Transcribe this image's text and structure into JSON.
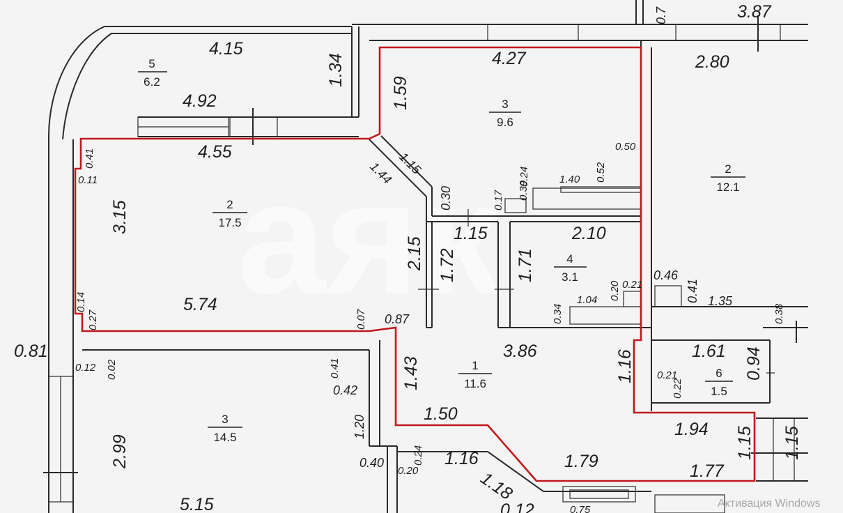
{
  "watermark": "аяк",
  "activation_text": "Активация Windows",
  "rooms": [
    {
      "id": "room-5-balcony",
      "num": "5",
      "area": "6.2"
    },
    {
      "id": "room-3-top",
      "num": "3",
      "area": "9.6"
    },
    {
      "id": "room-2-left",
      "num": "2",
      "area": "17.5"
    },
    {
      "id": "room-2-right",
      "num": "2",
      "area": "12.1"
    },
    {
      "id": "room-4",
      "num": "4",
      "area": "3.1"
    },
    {
      "id": "room-1",
      "num": "1",
      "area": "11.6"
    },
    {
      "id": "room-6",
      "num": "6",
      "area": "1.5"
    },
    {
      "id": "room-3-bottom",
      "num": "3",
      "area": "14.5"
    }
  ],
  "dimensions": {
    "d_4_15": "4.15",
    "d_1_34": "1.34",
    "d_4_92": "4.92",
    "d_4_27": "4.27",
    "d_1_59": "1.59",
    "d_3_87": "3.87",
    "d_2_80": "2.80",
    "d_0_7": "0.7",
    "d_4_55": "4.55",
    "d_0_41a": "0.41",
    "d_0_11": "0.11",
    "d_3_15": "3.15",
    "d_1_15a": "1.15",
    "d_1_44": "1.44",
    "d_0_30": "0.30",
    "d_0_50": "0.50",
    "d_0_52": "0.52",
    "d_1_40": "1.40",
    "d_0_24a": "0.24",
    "d_0_39": "0.39",
    "d_0_17": "0.17",
    "d_1_15b": "1.15",
    "d_2_10": "2.10",
    "d_2_15": "2.15",
    "d_1_72": "1.72",
    "d_1_71": "1.71",
    "d_0_14": "0.14",
    "d_0_27": "0.27",
    "d_5_74": "5.74",
    "d_0_07": "0.07",
    "d_0_87": "0.87",
    "d_0_20a": "0.20",
    "d_0_21a": "0.21",
    "d_1_04": "1.04",
    "d_0_34": "0.34",
    "d_0_46": "0.46",
    "d_0_41b": "0.41",
    "d_1_35": "1.35",
    "d_0_38": "0.38",
    "d_0_81": "0.81",
    "d_0_12": "0.12",
    "d_0_02": "0.02",
    "d_0_41c": "0.41",
    "d_0_42": "0.42",
    "d_1_43": "1.43",
    "d_3_86": "3.86",
    "d_1_16a": "1.16",
    "d_1_61": "1.61",
    "d_0_94": "0.94",
    "d_0_21b": "0.21",
    "d_0_22": "0.22",
    "d_1_50": "1.50",
    "d_1_94": "1.94",
    "d_1_15c": "1.15",
    "d_1_15d": "1.15",
    "d_1_20": "1.20",
    "d_2_99": "2.99",
    "d_0_40": "0.40",
    "d_0_24b": "0.24",
    "d_0_20b": "0.20",
    "d_1_16b": "1.16",
    "d_1_79": "1.79",
    "d_1_18": "1.18",
    "d_1_77": "1.77",
    "d_5_15": "5.15",
    "d_0_12b": "0.12",
    "d_0_75": "0.75"
  },
  "colors": {
    "outline": "#c0191c",
    "walls": "#2a2a2a",
    "background": "#f4f4f4"
  }
}
